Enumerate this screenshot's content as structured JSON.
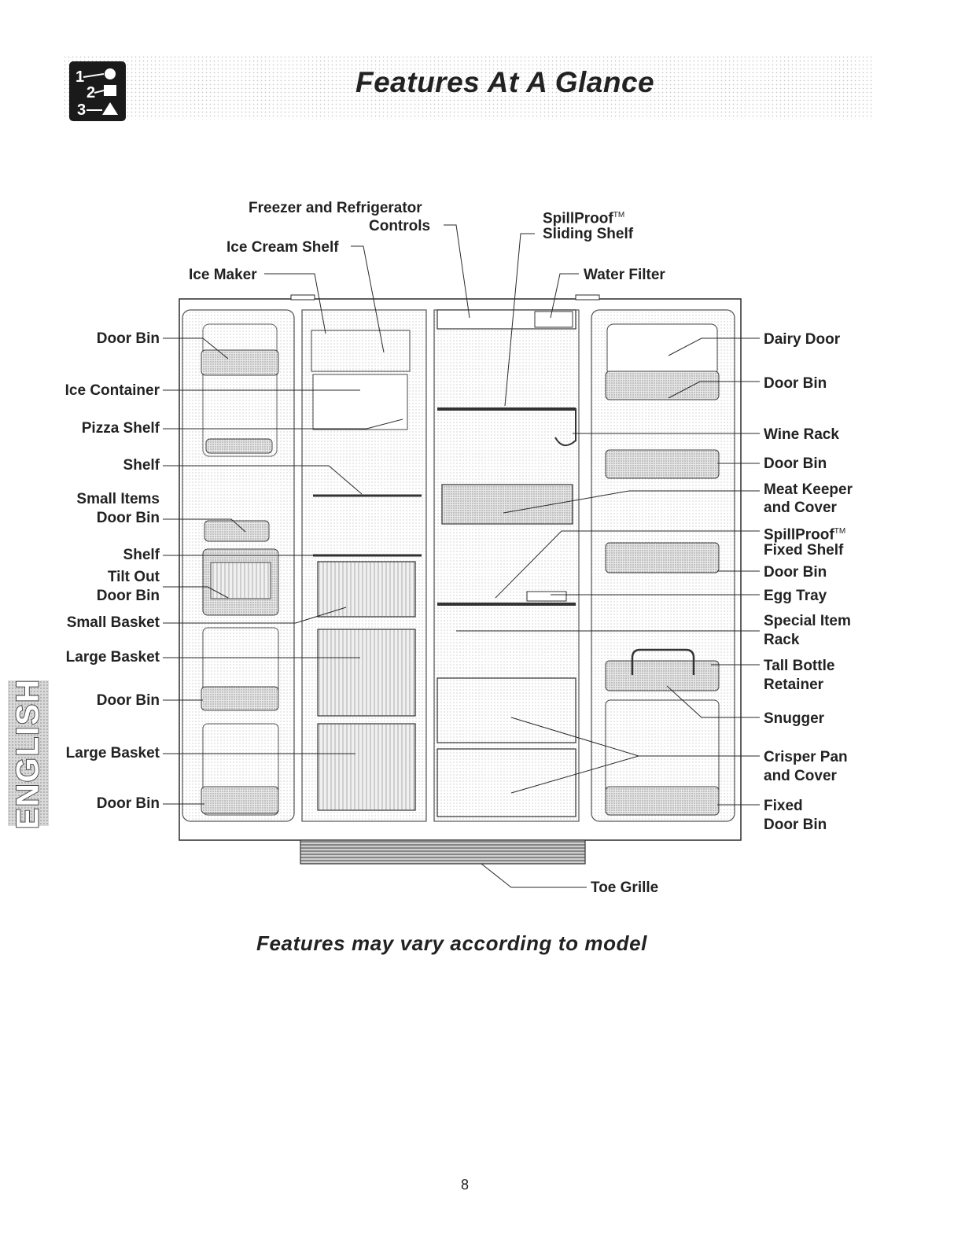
{
  "header": {
    "title": "Features At A Glance"
  },
  "side_tab": {
    "label": "ENGLISH"
  },
  "labels": {
    "freezer_refrigerator_controls_1": "Freezer and Refrigerator",
    "freezer_refrigerator_controls_2": "Controls",
    "ice_cream_shelf": "Ice Cream Shelf",
    "ice_maker": "Ice Maker",
    "spillproof_sliding_1": "SpillProof",
    "spillproof_sliding_2": "Sliding Shelf",
    "trademark": "TM",
    "water_filter": "Water Filter",
    "left_door_bin_1": "Door Bin",
    "ice_container": "Ice Container",
    "pizza_shelf": "Pizza Shelf",
    "shelf_1": "Shelf",
    "small_items_1": "Small Items",
    "small_items_2": "Door Bin",
    "shelf_2": "Shelf",
    "tilt_out_1": "Tilt Out",
    "tilt_out_2": "Door Bin",
    "small_basket": "Small Basket",
    "large_basket_1": "Large Basket",
    "left_door_bin_2": "Door Bin",
    "large_basket_2": "Large Basket",
    "left_door_bin_3": "Door Bin",
    "dairy_door": "Dairy Door",
    "right_door_bin_1": "Door Bin",
    "wine_rack": "Wine Rack",
    "right_door_bin_2": "Door Bin",
    "meat_keeper_1": "Meat Keeper",
    "meat_keeper_2": "and Cover",
    "spillproof_fixed_1": "SpillProof",
    "spillproof_fixed_2": "Fixed Shelf",
    "right_door_bin_3": "Door Bin",
    "egg_tray": "Egg Tray",
    "special_item_1": "Special Item",
    "special_item_2": "Rack",
    "tall_bottle_1": "Tall Bottle",
    "tall_bottle_2": "Retainer",
    "snugger": "Snugger",
    "crisper_1": "Crisper Pan",
    "crisper_2": "and Cover",
    "fixed_door_bin_1": "Fixed",
    "fixed_door_bin_2": "Door Bin",
    "toe_grille": "Toe Grille"
  },
  "footer": {
    "note": "Features may vary according to model"
  },
  "page_number": "8"
}
